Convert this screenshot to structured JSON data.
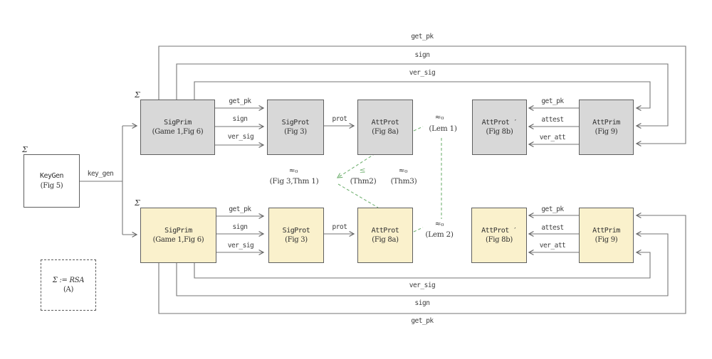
{
  "colors": {
    "box_gray": "#d8d8d8",
    "box_yellow": "#faf1cc",
    "line": "#767676",
    "green": "#74b274",
    "border": "#5f5f5f"
  },
  "keygen": {
    "sigma": "Σ",
    "title": "KeyGen",
    "subtitle": "(Fig 5)",
    "arrow_label": "key_gen"
  },
  "note": {
    "line1": "Σ := RSA",
    "line2": "(A)"
  },
  "buses": {
    "top": [
      "get_pk",
      "sign",
      "ver_sig"
    ],
    "bottom": [
      "ver_sig",
      "sign",
      "get_pk"
    ]
  },
  "rows": {
    "top": {
      "sigma": "Σ",
      "boxes": [
        {
          "title": "SigPrim",
          "subtitle": "(Game 1,Fig 6)"
        },
        {
          "title": "SigProt",
          "subtitle": "(Fig 3)"
        },
        {
          "title": "AttProt",
          "subtitle": "(Fig 8a)"
        },
        {
          "title": "AttProt ′",
          "subtitle": "(Fig 8b)"
        },
        {
          "title": "AttPrim",
          "subtitle": "(Fig 9)"
        }
      ],
      "sig_calls": [
        "get_pk",
        "sign",
        "ver_sig"
      ],
      "prot_label": "prot",
      "att_calls": [
        "get_pk",
        "attest",
        "ver_att"
      ]
    },
    "bottom": {
      "sigma": "Σ",
      "boxes": [
        {
          "title": "SigPrim",
          "subtitle": "(Game 1,Fig 6)"
        },
        {
          "title": "SigProt",
          "subtitle": "(Fig 3)"
        },
        {
          "title": "AttProt",
          "subtitle": "(Fig 8a)"
        },
        {
          "title": "AttProt ′",
          "subtitle": "(Fig 8b)"
        },
        {
          "title": "AttPrim",
          "subtitle": "(Fig 9)"
        }
      ],
      "sig_calls": [
        "get_pk",
        "sign",
        "ver_sig"
      ],
      "prot_label": "prot",
      "att_calls": [
        "get_pk",
        "attest",
        "ver_att"
      ]
    }
  },
  "annotations": {
    "lem1": {
      "sym": "≈₀",
      "label": "(Lem 1)"
    },
    "lem2": {
      "sym": "≈₀",
      "label": "(Lem 2)"
    },
    "thm1": {
      "sym": "≈₀",
      "label": "(Fig 3,Thm 1)"
    },
    "thm2": {
      "sym": "≤",
      "label": "(Thm2)"
    },
    "thm3": {
      "sym": "≈₀",
      "label": "(Thm3)"
    }
  }
}
